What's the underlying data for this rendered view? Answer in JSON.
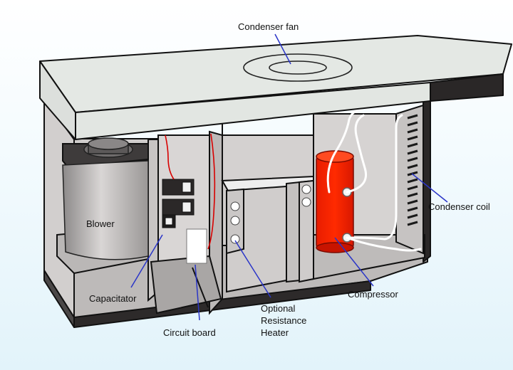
{
  "labels": {
    "condenser_fan": "Condenser fan",
    "blower": "Blower",
    "condenser_coil": "Condenser coil",
    "capacitator": "Capacitator",
    "compressor": "Compressor",
    "optional_line1": "Optional",
    "optional_line2": "Resistance",
    "optional_line3": "Heater",
    "circuit_board": "Circuit board"
  },
  "colors": {
    "cabinet_panel": "#d4d1d0",
    "cabinet_shadow": "#a9a6a5",
    "top_face": "#e4e8e4",
    "compressor": "#ff2400",
    "pointer_line": "#2a35c8",
    "wire_red": "#d80000",
    "background_bottom": "#e2f3fa"
  },
  "icons": [
    "fan-icon",
    "blower-icon",
    "compressor-icon",
    "capacitor-icon",
    "circuit-board-icon",
    "heater-icon",
    "coil-icon"
  ]
}
